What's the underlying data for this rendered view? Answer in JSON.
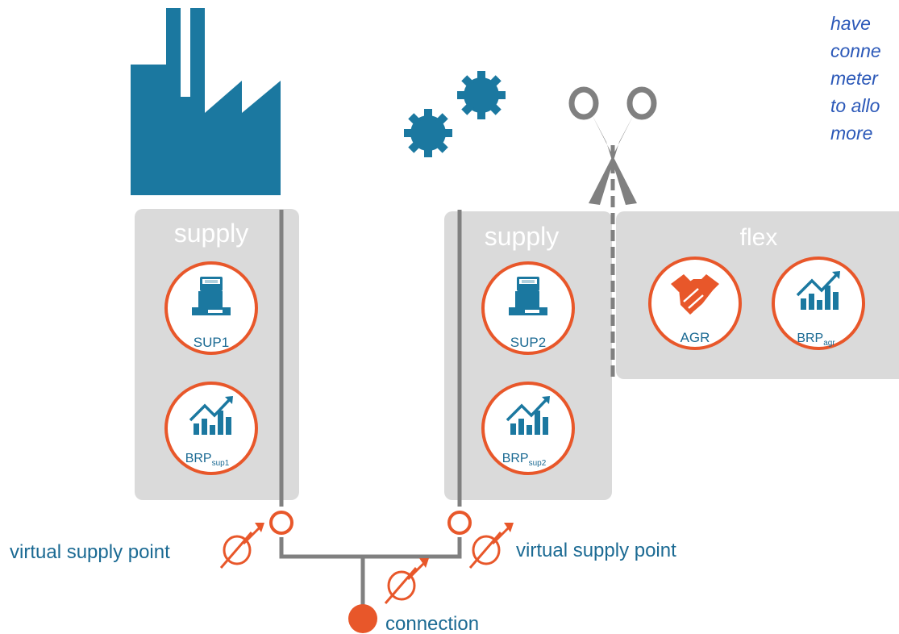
{
  "colors": {
    "blue": "#1b78a0",
    "orange": "#e8572a",
    "panel": "#dadada",
    "line": "#808080",
    "label_blue": "#1b6a93",
    "side_text": "#2b58b8"
  },
  "side_text": [
    "have",
    "conne",
    "meter",
    "to allo",
    "more"
  ],
  "panels": {
    "supply_left": "supply",
    "supply_right": "supply",
    "flex": "flex"
  },
  "roles": {
    "sup1": "SUP1",
    "sup2": "SUP2",
    "agr": "AGR",
    "brp_sup1": {
      "base": "BRP",
      "sub": "sup1"
    },
    "brp_sup2": {
      "base": "BRP",
      "sub": "sup2"
    },
    "brp_agr": {
      "base": "BRP",
      "sub": "agr"
    }
  },
  "labels": {
    "vsp_left": "virtual supply point",
    "vsp_right": "virtual supply point",
    "connection": "connection"
  },
  "icons": [
    "factory-icon",
    "gears-icon",
    "scissors-icon",
    "cash-register-icon",
    "bar-chart-icon",
    "handshake-icon",
    "meter-icon"
  ]
}
